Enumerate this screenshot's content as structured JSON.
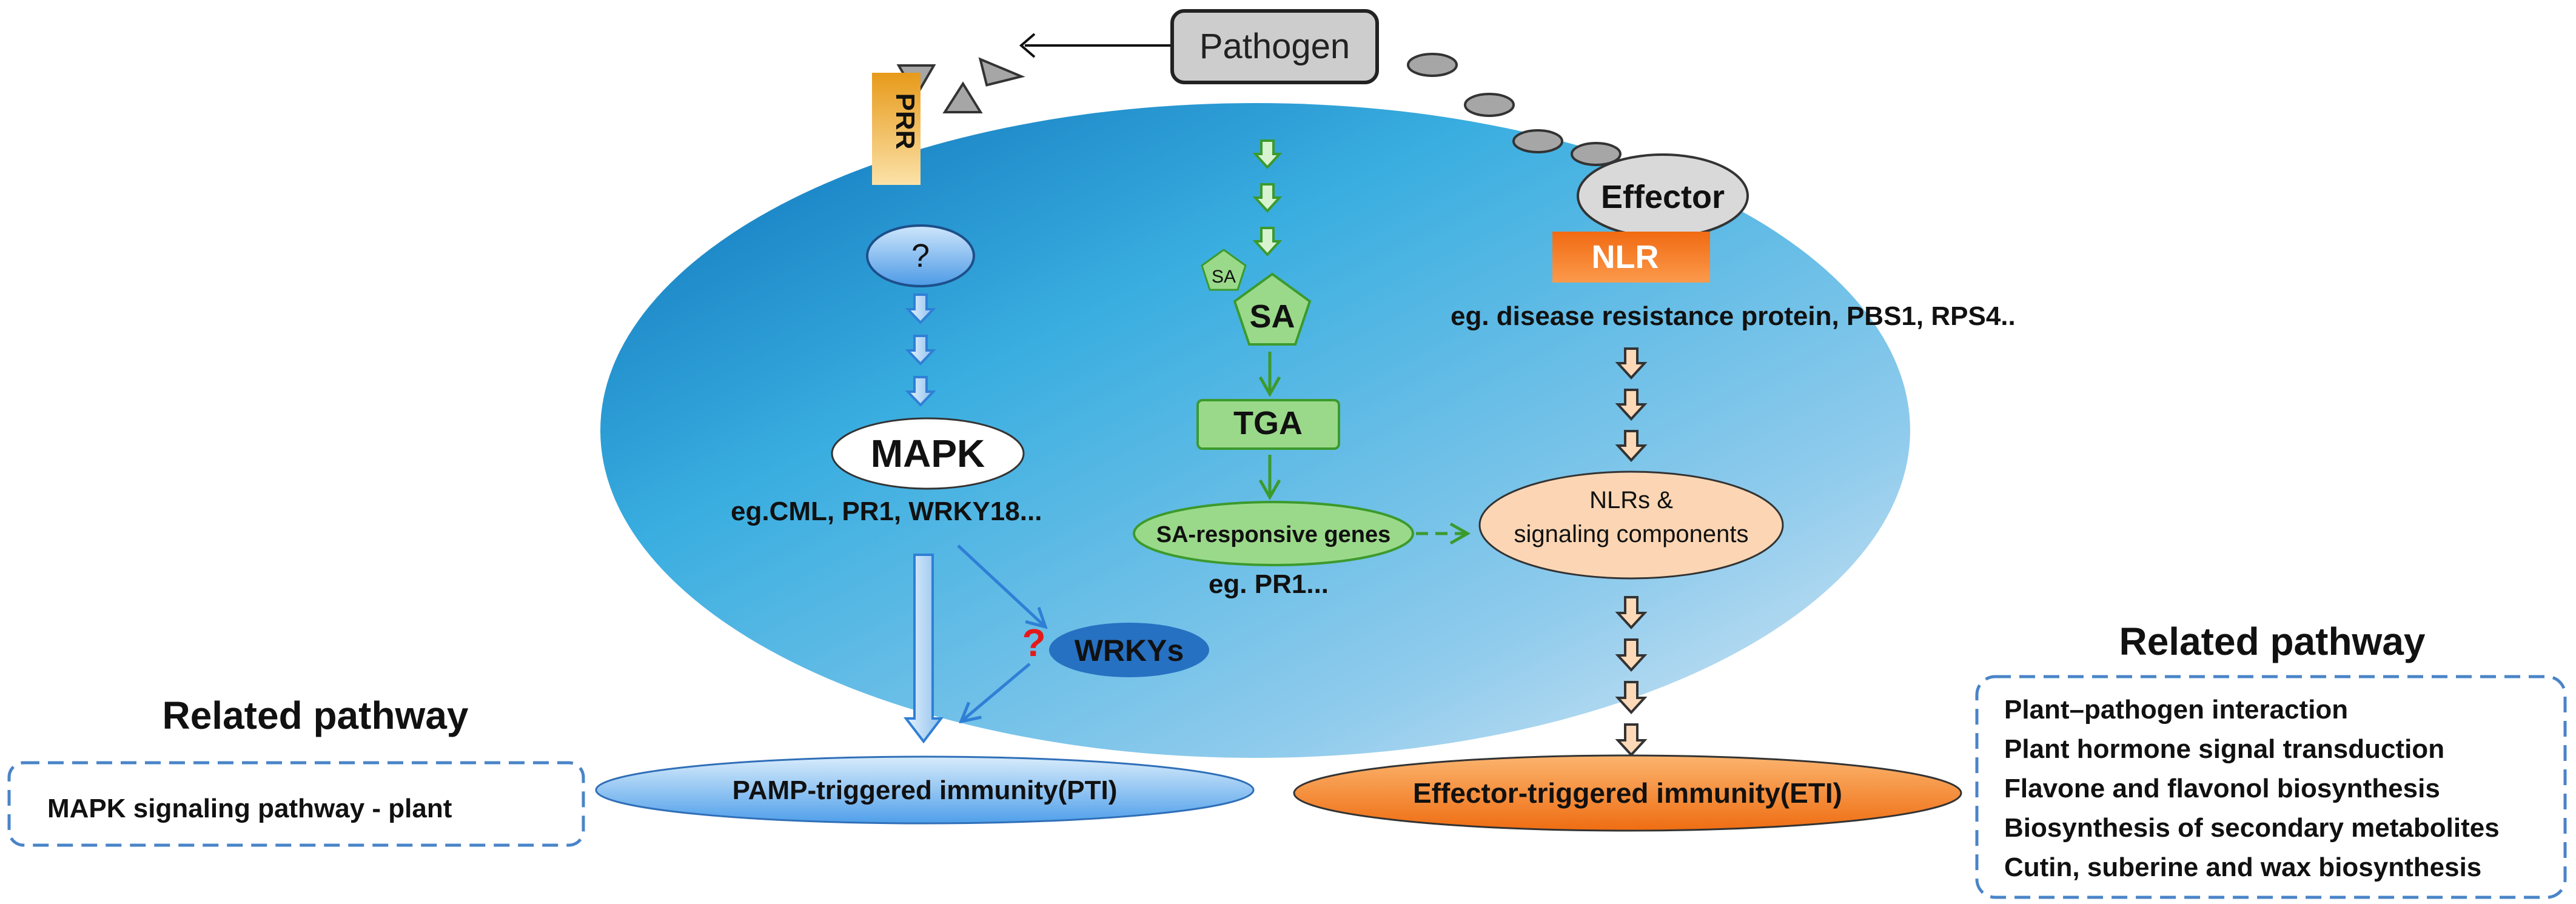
{
  "pathogen": {
    "label": "Pathogen"
  },
  "prr": {
    "label": "PRR"
  },
  "effector": {
    "label": "Effector"
  },
  "nlr": {
    "label": "NLR"
  },
  "question": {
    "label": "?"
  },
  "mapk": {
    "label": "MAPK",
    "examples": "eg.CML, PR1, WRKY18..."
  },
  "sa": {
    "small_label": "SA",
    "large_label": "SA"
  },
  "tga": {
    "label": "TGA"
  },
  "sa_genes": {
    "label": "SA-responsive genes",
    "examples": "eg. PR1..."
  },
  "nlr_examples": "eg. disease resistance protein, PBS1, RPS4..",
  "nlr_components": {
    "line1": "NLRs &",
    "line2": "signaling components"
  },
  "wrky": {
    "label": "WRKYs",
    "mark": "?"
  },
  "pti": {
    "label": "PAMP-triggered immunity(PTI)"
  },
  "eti": {
    "label": "Effector-triggered immunity(ETI)"
  },
  "left_pathway": {
    "title": "Related pathway",
    "items": [
      "MAPK signaling pathway - plant"
    ]
  },
  "right_pathway": {
    "title": "Related pathway",
    "items": [
      "Plant–pathogen interaction",
      "Plant hormone signal transduction",
      "Flavone and flavonol biosynthesis",
      "Biosynthesis of secondary metabolites",
      "Cutin, suberine and wax biosynthesis"
    ]
  },
  "colors": {
    "cell_dark": "#1178bd",
    "cell_light": "#d2e6f5",
    "green_fill": "#9ad98a",
    "green_stroke": "#3c9a2c",
    "orange": "#f47a1c",
    "peach": "#fcd6b4",
    "wrky_blue": "#2671c2",
    "box_dash": "#4a84c8"
  }
}
